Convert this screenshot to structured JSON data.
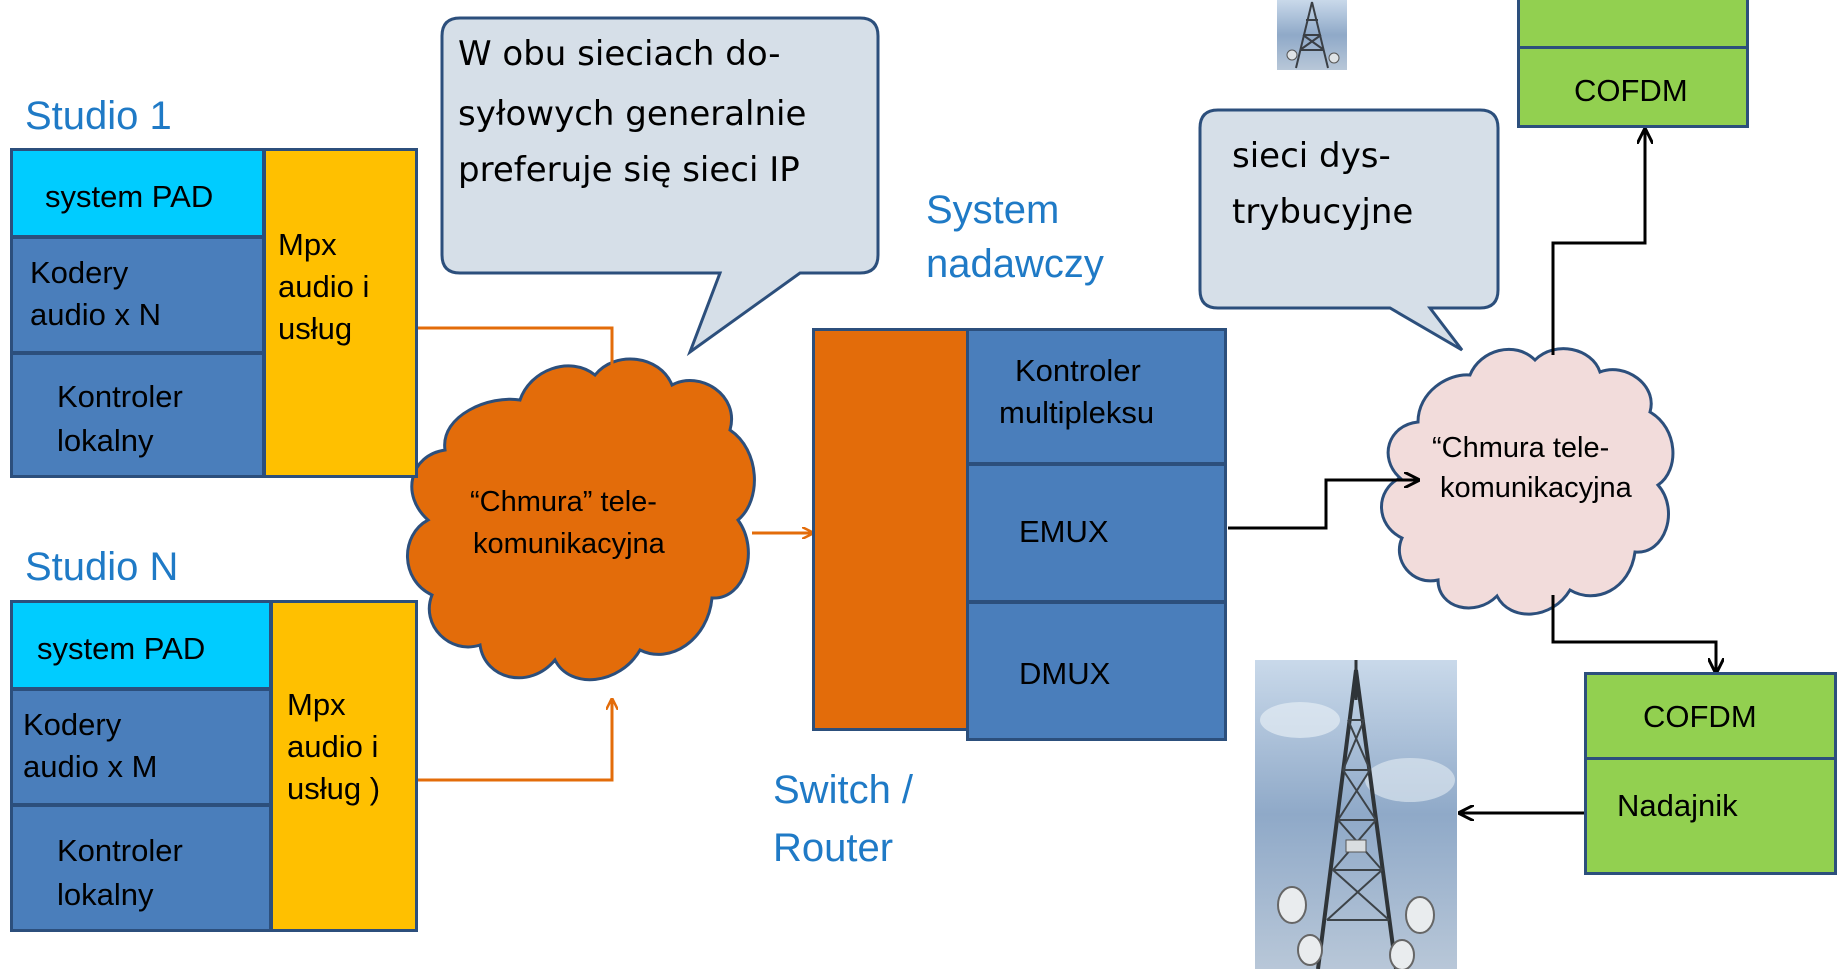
{
  "studio1": {
    "title": "Studio 1",
    "pad": "system PAD",
    "encoders_1": "Kodery",
    "encoders_2": "audio x N",
    "controller_1": "Kontroler",
    "controller_2": "lokalny",
    "mpx_1": "Mpx",
    "mpx_2": "audio i",
    "mpx_3": "usług"
  },
  "studioN": {
    "title": "Studio N",
    "pad": "system PAD",
    "encoders_1": "Kodery",
    "encoders_2": "audio x M",
    "controller_1": "Kontroler",
    "controller_2": "lokalny",
    "mpx_1": "Mpx",
    "mpx_2": "audio i",
    "mpx_3": "usług )"
  },
  "callout_ip": {
    "line1": "W obu sieciach do-",
    "line2": "syłowych generalnie",
    "line3": "preferuje się sieci IP"
  },
  "callout_dist": {
    "line1": "sieci dys-",
    "line2": "trybucyjne"
  },
  "cloud_contribution": {
    "line1": "“Chmura” tele-",
    "line2": "komunikacyjna"
  },
  "cloud_distribution": {
    "line1": "“Chmura tele-",
    "line2": "komunikacyjna"
  },
  "broadcast_system": {
    "title_1": "System",
    "title_2": "nadawczy",
    "mux_controller_1": "Kontroler",
    "mux_controller_2": "multipleksu",
    "emux": "EMUX",
    "dmux": "DMUX"
  },
  "switch_label": {
    "line1": "Switch /",
    "line2": "Router"
  },
  "transmitter_top": {
    "cofdm": "COFDM"
  },
  "transmitter_bottom": {
    "cofdm": "COFDM",
    "transmitter": "Nadajnik"
  },
  "colors": {
    "pad": "#00ccff",
    "studio_block": "#4a7ebb",
    "mpx": "#ffc000",
    "cloud_contribution": "#e36c0a",
    "cloud_distribution": "#f2dcdb",
    "switch": "#e36c0a",
    "transmitter": "#92d050",
    "callout": "#d6dfe8",
    "title": "#1f7ac6",
    "arrow_orange": "#e36c0a",
    "arrow_red": "#c00000"
  }
}
